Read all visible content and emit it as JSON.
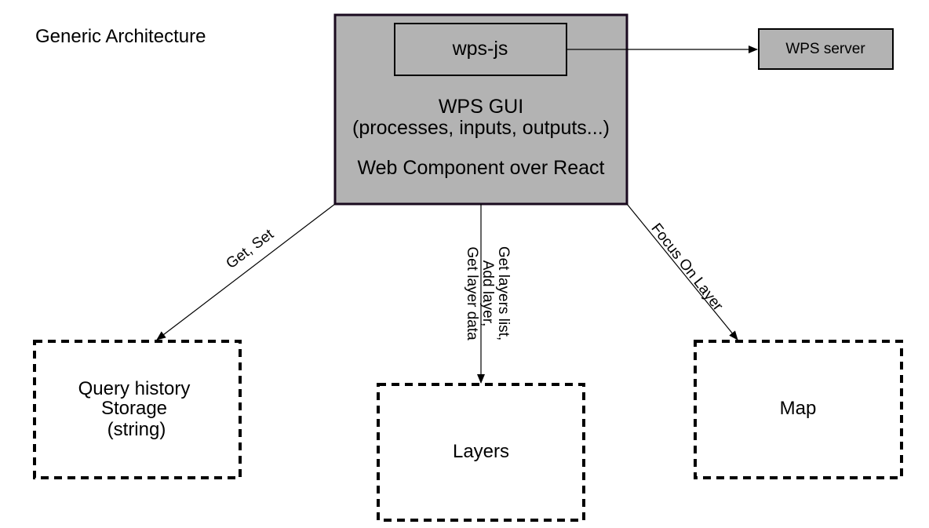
{
  "title": "Generic Architecture",
  "colors": {
    "box_fill": "#b3b3b3",
    "gui_border": "#1a0a1f",
    "line": "#000000",
    "background": "#ffffff"
  },
  "nodes": {
    "wps_gui": {
      "line1": "WPS GUI",
      "line2": "(processes, inputs, outputs...)",
      "line3": "Web Component over React"
    },
    "wps_js": {
      "label": "wps-js"
    },
    "wps_server": {
      "label": "WPS server"
    },
    "query_storage": {
      "line1": "Query history",
      "line2": "Storage",
      "line3": "(string)"
    },
    "layers": {
      "label": "Layers"
    },
    "map": {
      "label": "Map"
    }
  },
  "edges": {
    "to_storage": {
      "label": "Get, Set"
    },
    "to_layers": {
      "line1": "Get layers list,",
      "line2": "Add layer,",
      "line3": "Get layer data"
    },
    "to_map": {
      "label": "Focus On Layer"
    }
  }
}
